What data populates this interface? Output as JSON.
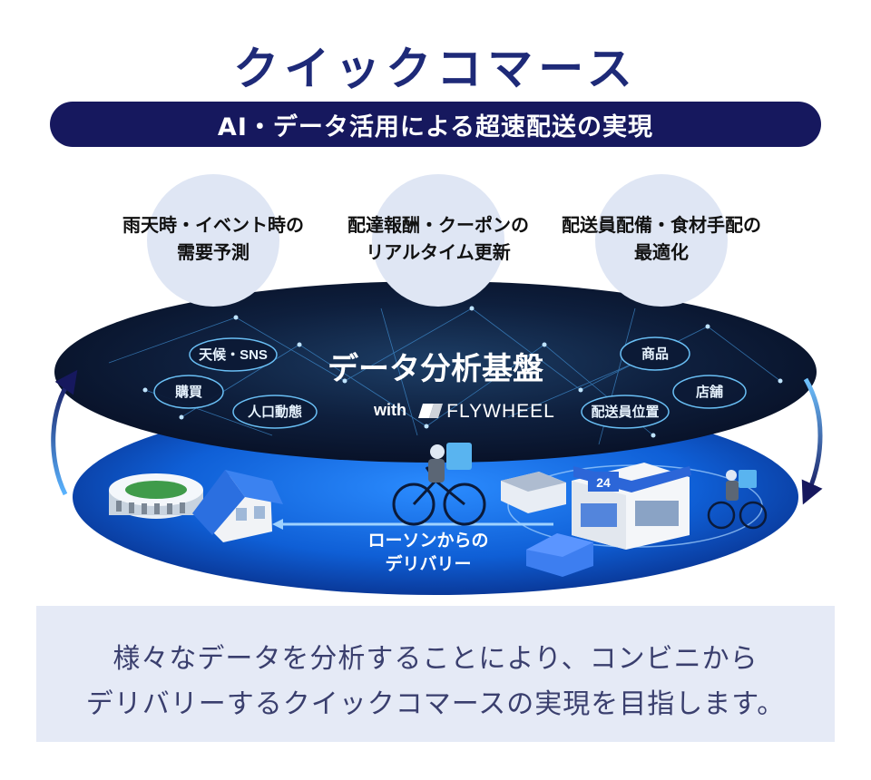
{
  "title": "クイックコマース",
  "subtitle": "AI・データ活用による超速配送の実現",
  "bubbles": [
    {
      "line1": "雨天時・イベント時の",
      "line2": "需要予測"
    },
    {
      "line1": "配達報酬・クーポンの",
      "line2": "リアルタイム更新"
    },
    {
      "line1": "配送員配備・食材手配の",
      "line2": "最適化"
    }
  ],
  "platform": {
    "title": "データ分析基盤",
    "with": "with",
    "brand": "FLYWHEEL",
    "labels_left": [
      "天候・SNS",
      "購買",
      "人口動態"
    ],
    "labels_right": [
      "商品",
      "店舗",
      "配送員位置"
    ]
  },
  "delivery": {
    "line1": "ローソンからの",
    "line2": "デリバリー"
  },
  "store_sign": "24",
  "caption": {
    "line1": "様々なデータを分析することにより、コンビニから",
    "line2": "デリバリーするクイックコマースの実現を目指します。"
  },
  "colors": {
    "navy": "#16185e",
    "bubble": "#dfe6f4",
    "caption_bg": "#e5eaf6",
    "accent_blue": "#1a6fe0"
  }
}
